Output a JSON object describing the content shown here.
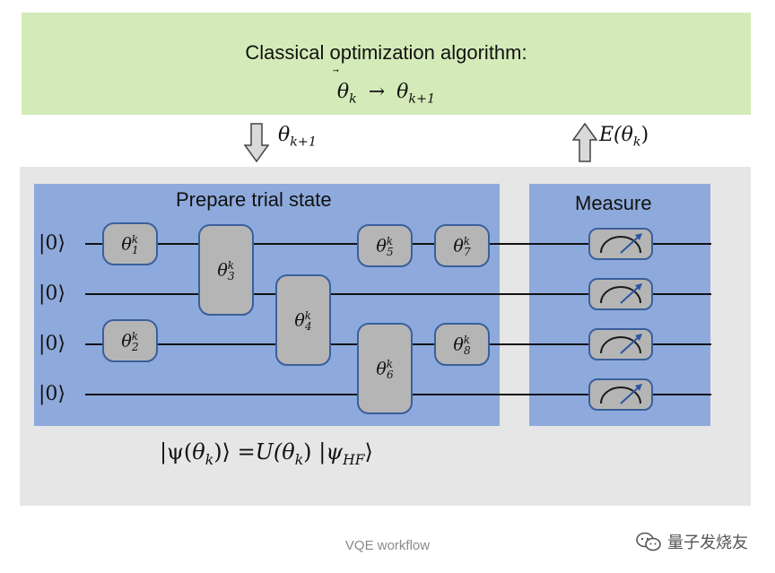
{
  "optimizer": {
    "title": "Classical optimization algorithm:",
    "update_from": "θ",
    "update_from_sub": "k",
    "arrow": "→",
    "update_to": "θ",
    "update_to_sub": "k+1"
  },
  "flows": {
    "down_label": "θ",
    "down_label_sub": "k+1",
    "up_label_prefix": "E(",
    "up_label_theta": "θ",
    "up_label_sub": "k",
    "up_label_suffix": ")"
  },
  "prepare": {
    "title": "Prepare trial state"
  },
  "measure": {
    "title": "Measure"
  },
  "qubits": [
    "|0⟩",
    "|0⟩",
    "|0⟩",
    "|0⟩"
  ],
  "gates": [
    {
      "sym": "θ",
      "sup": "k",
      "sub": "1"
    },
    {
      "sym": "θ",
      "sup": "k",
      "sub": "2"
    },
    {
      "sym": "θ",
      "sup": "k",
      "sub": "3"
    },
    {
      "sym": "θ",
      "sup": "k",
      "sub": "4"
    },
    {
      "sym": "θ",
      "sup": "k",
      "sub": "5"
    },
    {
      "sym": "θ",
      "sup": "k",
      "sub": "6"
    },
    {
      "sym": "θ",
      "sup": "k",
      "sub": "7"
    },
    {
      "sym": "θ",
      "sup": "k",
      "sub": "8"
    }
  ],
  "state_equation": {
    "lhs_open": "|ψ(",
    "theta": "θ",
    "theta_sub": "k",
    "lhs_close": ")⟩",
    "equals": "=",
    "U_open": "U(",
    "U_close": ")",
    "psi_hf": "|ψ",
    "psi_hf_sub": "HF",
    "psi_hf_close": "⟩"
  },
  "caption": "VQE workflow",
  "watermark": "量子发烧友",
  "colors": {
    "optimizer_bg": "#d4ebb9",
    "outer_bg": "#e6e6e6",
    "panel_bg": "#8eaadc",
    "gate_fill": "#b5b5b5",
    "gate_border": "#3a5f9c"
  }
}
